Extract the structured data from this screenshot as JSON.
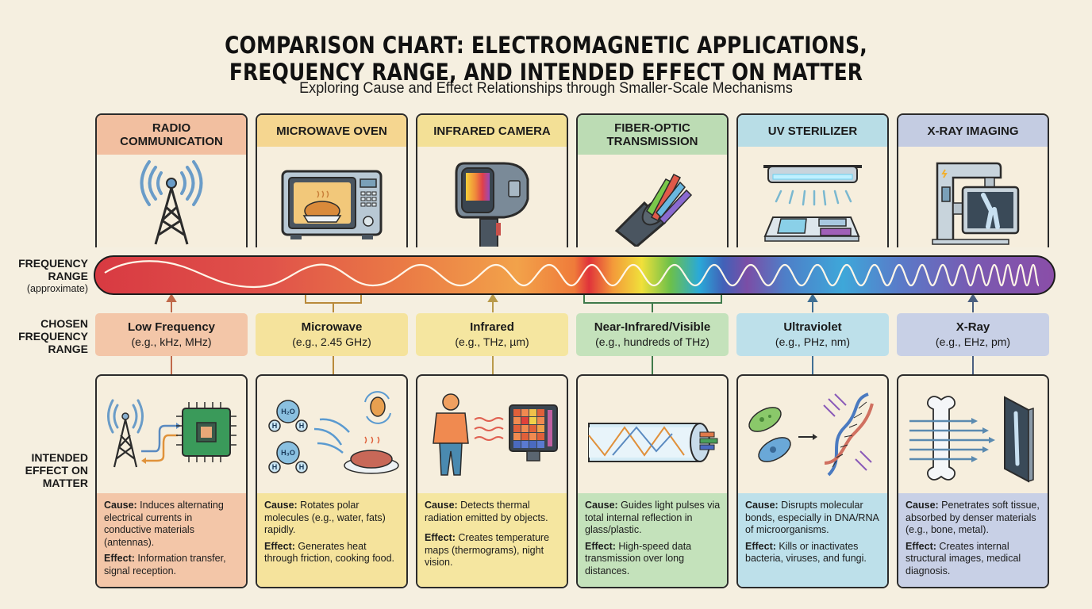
{
  "title_line1": "COMPARISON CHART: ELECTROMAGNETIC APPLICATIONS,",
  "title_line2": "FREQUENCY RANGE, AND INTENDED EFFECT ON MATTER",
  "subtitle": "Exploring Cause and Effect Relationships through Smaller-Scale Mechanisms",
  "row_labels": {
    "frequency_range": [
      "FREQUENCY",
      "RANGE"
    ],
    "frequency_range_sub": "(approximate)",
    "chosen_range": [
      "CHOSEN",
      "FREQUENCY",
      "RANGE"
    ],
    "intended_effect": [
      "INTENDED",
      "EFFECT ON",
      "MATTER"
    ]
  },
  "cause_label": "Cause:",
  "effect_label": "Effect:",
  "applications": [
    {
      "name_lines": [
        "RADIO",
        "COMMUNICATION"
      ],
      "icon": "radio-tower-icon",
      "header_color": "#f2bfa0",
      "accent": "#c0694a",
      "range_name": "Low Frequency",
      "range_eg": "(e.g., kHz, MHz)",
      "range_color": "#f3c6a8",
      "effect_icon": "antenna-to-circuit-icon",
      "effect_bg": "#f3c6a8",
      "cause": "Induces alternating electrical currents in conductive materials (antennas).",
      "effect": "Information transfer, signal reception."
    },
    {
      "name_lines": [
        "MICROWAVE OVEN"
      ],
      "icon": "microwave-oven-icon",
      "header_color": "#f5d690",
      "accent": "#b98a3a",
      "range_name": "Microwave",
      "range_eg": "(e.g., 2.45 GHz)",
      "range_color": "#f5e39c",
      "effect_icon": "water-molecules-heating-food-icon",
      "effect_bg": "#f5e39c",
      "cause": "Rotates polar molecules (e.g., water, fats) rapidly.",
      "effect": "Generates heat through friction, cooking food."
    },
    {
      "name_lines": [
        "INFRARED CAMERA"
      ],
      "icon": "thermal-camera-icon",
      "header_color": "#f3e096",
      "accent": "#b99a4a",
      "range_name": "Infrared",
      "range_eg": "(e.g., THz, µm)",
      "range_color": "#f5e6a0",
      "effect_icon": "person-thermal-map-icon",
      "effect_bg": "#f5e6a0",
      "cause": "Detects thermal radiation emitted by objects.",
      "effect": "Creates temperature maps (thermograms), night vision."
    },
    {
      "name_lines": [
        "FIBER-OPTIC",
        "TRANSMISSION"
      ],
      "icon": "fiber-optic-cable-icon",
      "header_color": "#bcdcb4",
      "accent": "#3f7a4a",
      "range_name": "Near-Infrared/Visible",
      "range_eg": "(e.g., hundreds of THz)",
      "range_color": "#c4e2bb",
      "effect_icon": "total-internal-reflection-icon",
      "effect_bg": "#c4e2bb",
      "cause": "Guides light pulses via total internal reflection in glass/plastic.",
      "effect": "High-speed data transmission over long distances."
    },
    {
      "name_lines": [
        "UV STERILIZER"
      ],
      "icon": "uv-lamp-icon",
      "header_color": "#b8dde6",
      "accent": "#3f6f94",
      "range_name": "Ultraviolet",
      "range_eg": "(e.g., PHz, nm)",
      "range_color": "#bde0ea",
      "effect_icon": "bacteria-dna-icon",
      "effect_bg": "#bde0ea",
      "cause": "Disrupts molecular bonds, especially in DNA/RNA of microorganisms.",
      "effect": "Kills or inactivates bacteria, viruses, and fungi."
    },
    {
      "name_lines": [
        "X-RAY IMAGING"
      ],
      "icon": "xray-machine-icon",
      "header_color": "#c4cce2",
      "accent": "#4a5f80",
      "range_name": "X-Ray",
      "range_eg": "(e.g., EHz, pm)",
      "range_color": "#c8d0e6",
      "effect_icon": "bone-xray-film-icon",
      "effect_bg": "#c8d0e6",
      "cause": "Penetrates soft tissue, absorbed by denser materials (e.g., bone, metal).",
      "effect": "Creates internal structural images, medical diagnosis."
    }
  ]
}
